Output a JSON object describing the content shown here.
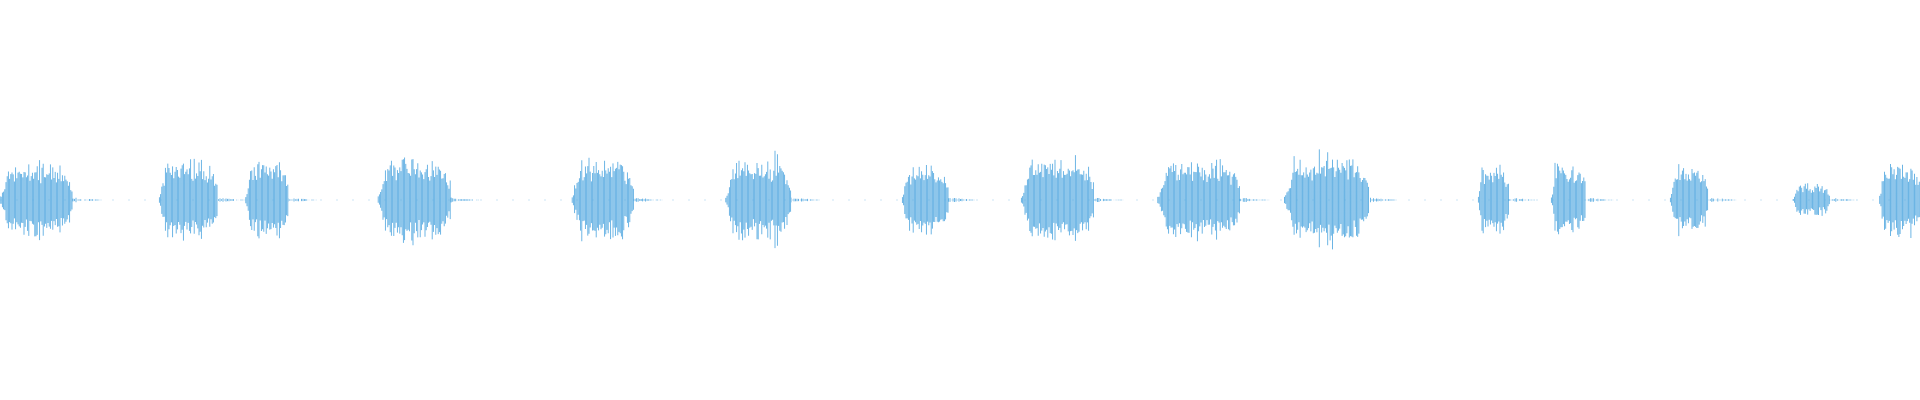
{
  "waveform": {
    "color": "#5DADE2",
    "amplitude_scale": 1.0,
    "segments": [
      {
        "start": 0.0,
        "end": 0.038,
        "amp": 0.42
      },
      {
        "start": 0.083,
        "end": 0.113,
        "amp": 0.48
      },
      {
        "start": 0.128,
        "end": 0.15,
        "amp": 0.44
      },
      {
        "start": 0.197,
        "end": 0.235,
        "amp": 0.48
      },
      {
        "start": 0.298,
        "end": 0.33,
        "amp": 0.46
      },
      {
        "start": 0.378,
        "end": 0.412,
        "amp": 0.46
      },
      {
        "start": 0.47,
        "end": 0.494,
        "amp": 0.4
      },
      {
        "start": 0.532,
        "end": 0.57,
        "amp": 0.46
      },
      {
        "start": 0.603,
        "end": 0.646,
        "amp": 0.46
      },
      {
        "start": 0.669,
        "end": 0.713,
        "amp": 0.48
      },
      {
        "start": 0.77,
        "end": 0.786,
        "amp": 0.42
      },
      {
        "start": 0.808,
        "end": 0.826,
        "amp": 0.4
      },
      {
        "start": 0.87,
        "end": 0.89,
        "amp": 0.4
      },
      {
        "start": 0.934,
        "end": 0.953,
        "amp": 0.18
      },
      {
        "start": 0.979,
        "end": 1.0,
        "amp": 0.46
      }
    ]
  }
}
